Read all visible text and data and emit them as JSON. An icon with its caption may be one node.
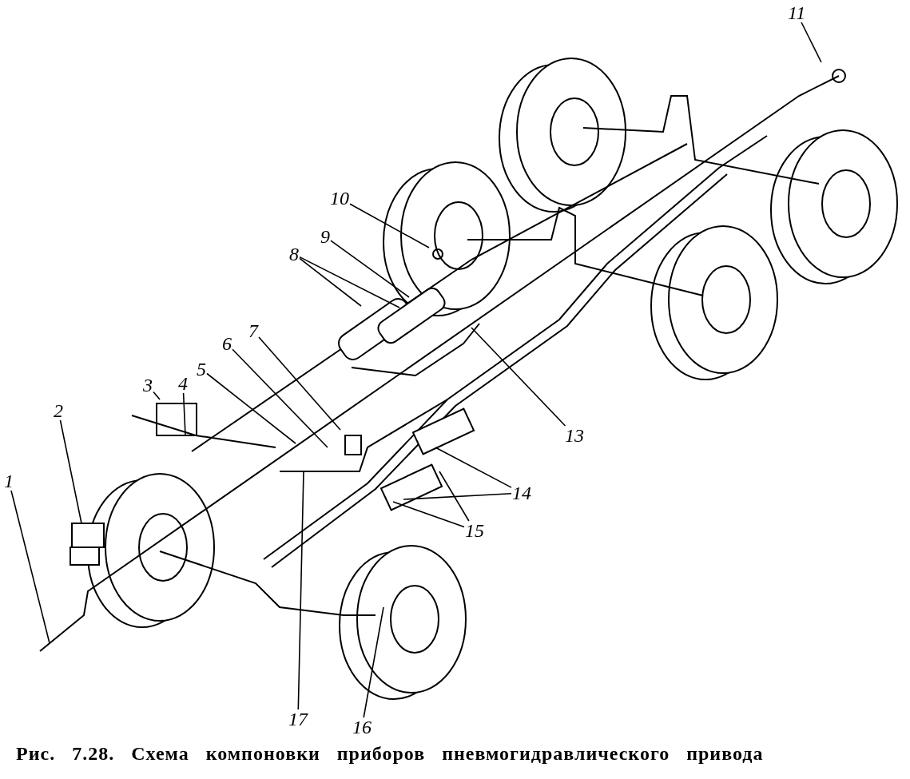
{
  "diagram": {
    "caption": "Рис. 7.28. Схема компоновки приборов пневмогидравлического привода",
    "nodes": [
      {
        "text": [
          "1"
        ]
      },
      {
        "text": [
          "2"
        ]
      },
      {
        "text": [
          "3"
        ]
      },
      {
        "text": [
          "4"
        ]
      },
      {
        "text": [
          "5"
        ]
      },
      {
        "text": [
          "6"
        ]
      },
      {
        "text": [
          "7"
        ]
      },
      {
        "text": [
          "8"
        ]
      },
      {
        "text": [
          "9"
        ]
      },
      {
        "text": [
          "10"
        ]
      },
      {
        "text": [
          "11"
        ]
      },
      {
        "text": [
          "13"
        ]
      },
      {
        "text": [
          "14"
        ]
      },
      {
        "text": [
          "15"
        ]
      },
      {
        "text": [
          "16"
        ]
      },
      {
        "text": [
          "17"
        ]
      }
    ],
    "edges": [
      {
        "from": 0,
        "to": null,
        "arrow": "none"
      },
      {
        "from": 1,
        "to": null,
        "arrow": "none"
      },
      {
        "from": 2,
        "to": null,
        "arrow": "none"
      },
      {
        "from": 3,
        "to": null,
        "arrow": "none"
      },
      {
        "from": 4,
        "to": null,
        "arrow": "none"
      },
      {
        "from": 5,
        "to": null,
        "arrow": "none"
      },
      {
        "from": 6,
        "to": null,
        "arrow": "none"
      },
      {
        "from": 7,
        "to": null,
        "arrow": "none"
      },
      {
        "from": 7,
        "to": null,
        "arrow": "none"
      },
      {
        "from": 8,
        "to": null,
        "arrow": "none"
      },
      {
        "from": 9,
        "to": null,
        "arrow": "none"
      },
      {
        "from": 10,
        "to": null,
        "arrow": "none"
      },
      {
        "from": 11,
        "to": null,
        "arrow": "none"
      },
      {
        "from": 12,
        "to": null,
        "arrow": "none"
      },
      {
        "from": 12,
        "to": null,
        "arrow": "none"
      },
      {
        "from": 13,
        "to": null,
        "arrow": "none"
      },
      {
        "from": 13,
        "to": null,
        "arrow": "none"
      },
      {
        "from": 14,
        "to": null,
        "arrow": "none"
      },
      {
        "from": 15,
        "to": null,
        "arrow": "none"
      }
    ]
  }
}
